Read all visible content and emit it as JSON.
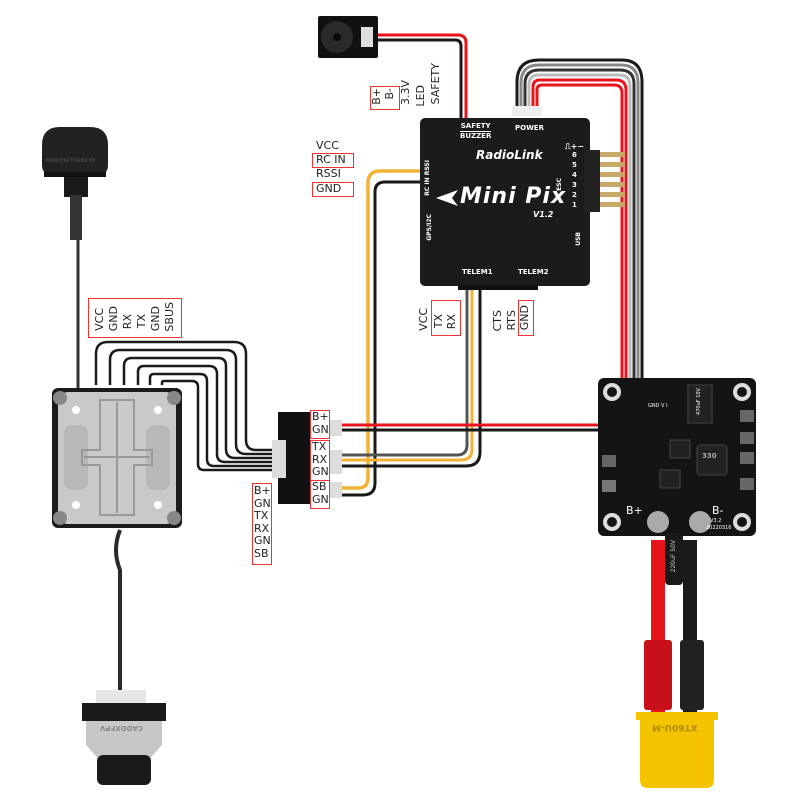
{
  "diagram": {
    "title": "Radiolink Mini Pix V1.2 wiring with digital VTX, camera, buzzer and power module",
    "colors": {
      "wire_red": "#e8141c",
      "wire_black": "#1a1a1a",
      "wire_yellow": "#f2b233",
      "wire_white": "#ffffff",
      "wire_gray": "#555555",
      "highlight_box": "#e53935",
      "board_black": "#151515",
      "xt60_yellow": "#f5c400"
    },
    "flight_controller": {
      "brand": "RadioLink",
      "model": "Mini Pix",
      "version": "V1.2",
      "ports": {
        "safety": "SAFETY",
        "buzzer": "BUZZER",
        "power": "POWER",
        "rc_in": "RC IN",
        "rssi": "RSSI",
        "gps_i2c": "GPS/I2C",
        "telem1": "TELEM1",
        "telem2": "TELEM2",
        "usb": "USB",
        "esc": "ESC",
        "esc_pin_legend": "⎍+−",
        "esc_channels": [
          "6",
          "5",
          "4",
          "3",
          "2",
          "1"
        ]
      }
    },
    "buzzer_safety_labels": [
      {
        "text": "B+",
        "highlighted": true
      },
      {
        "text": "B-",
        "highlighted": true
      },
      {
        "text": "3.3V",
        "highlighted": false
      },
      {
        "text": "LED",
        "highlighted": false
      },
      {
        "text": "SAFETY",
        "highlighted": false
      }
    ],
    "rc_in_labels": [
      {
        "text": "VCC",
        "highlighted": false
      },
      {
        "text": "RC IN",
        "highlighted": true
      },
      {
        "text": "RSSI",
        "highlighted": false
      },
      {
        "text": "GND",
        "highlighted": true
      }
    ],
    "telem1_labels": [
      {
        "text": "VCC",
        "highlighted": false
      },
      {
        "text": "TX",
        "highlighted": true
      },
      {
        "text": "RX",
        "highlighted": true
      }
    ],
    "telem1_labels_b": [
      {
        "text": "CTS",
        "highlighted": false
      },
      {
        "text": "RTS",
        "highlighted": false
      },
      {
        "text": "GND",
        "highlighted": true
      }
    ],
    "vtx_labels": [
      "SBUS",
      "GND",
      "TX",
      "RX",
      "GND",
      "VCC"
    ],
    "adapter_input_labels": [
      "B+",
      "GN",
      "TX",
      "RX",
      "GN",
      "SB"
    ],
    "adapter_output_groups": [
      [
        "B+",
        "GN"
      ],
      [
        "TX",
        "RX",
        "GN"
      ],
      [
        "SB",
        "GN"
      ]
    ],
    "power_module": {
      "plus": "B+",
      "minus": "B-",
      "version": "V3.2",
      "date": "20220316",
      "inductor": "330",
      "capacitor": "470uF 10V",
      "pin_labels": "GND V I"
    },
    "capacitor_label": "220uF 50V",
    "xt60_label": "XT60U-M",
    "antenna_text": "MANUFACTURED BY",
    "camera_text": "CADDXFPV"
  }
}
